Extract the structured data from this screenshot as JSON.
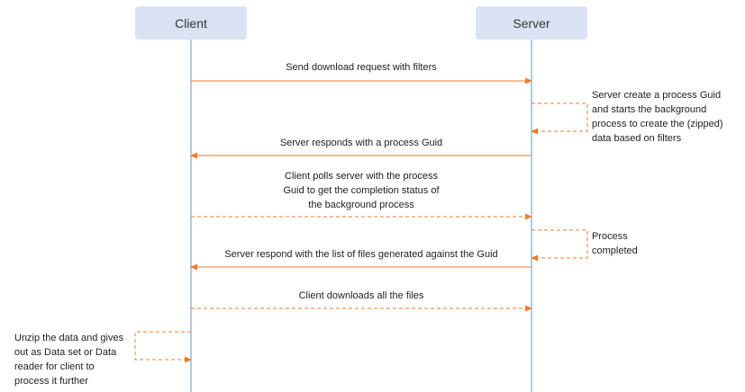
{
  "actors": {
    "client": "Client",
    "server": "Server"
  },
  "colors": {
    "arrow": "#ed7d31",
    "lifeline": "#5b9bd5",
    "actor_fill": "#dae3f3"
  },
  "messages": [
    {
      "from": "client",
      "to": "server",
      "style": "solid",
      "label": [
        "Send download request with filters"
      ]
    },
    {
      "from": "server",
      "to": "client",
      "style": "solid",
      "label": [
        "Server responds with a process Guid"
      ]
    },
    {
      "from": "client",
      "to": "server",
      "style": "dashed",
      "label": [
        "Client polls server with the process",
        "Guid to get the completion status of",
        "the background process"
      ]
    },
    {
      "from": "server",
      "to": "client",
      "style": "solid",
      "label": [
        "Server respond with the list of files generated against the Guid"
      ]
    },
    {
      "from": "client",
      "to": "server",
      "style": "dashed",
      "label": [
        "Client downloads all the files"
      ]
    }
  ],
  "self_calls": [
    {
      "actor": "server",
      "label": [
        "Server create a process Guid",
        "and starts the background",
        "process to create the (zipped)",
        "data based on filters"
      ]
    },
    {
      "actor": "server",
      "label": [
        "Process",
        "completed"
      ]
    },
    {
      "actor": "client",
      "label": [
        "Unzip the data and gives",
        "out as Data set or Data",
        "reader for client to",
        "process it further"
      ]
    }
  ]
}
